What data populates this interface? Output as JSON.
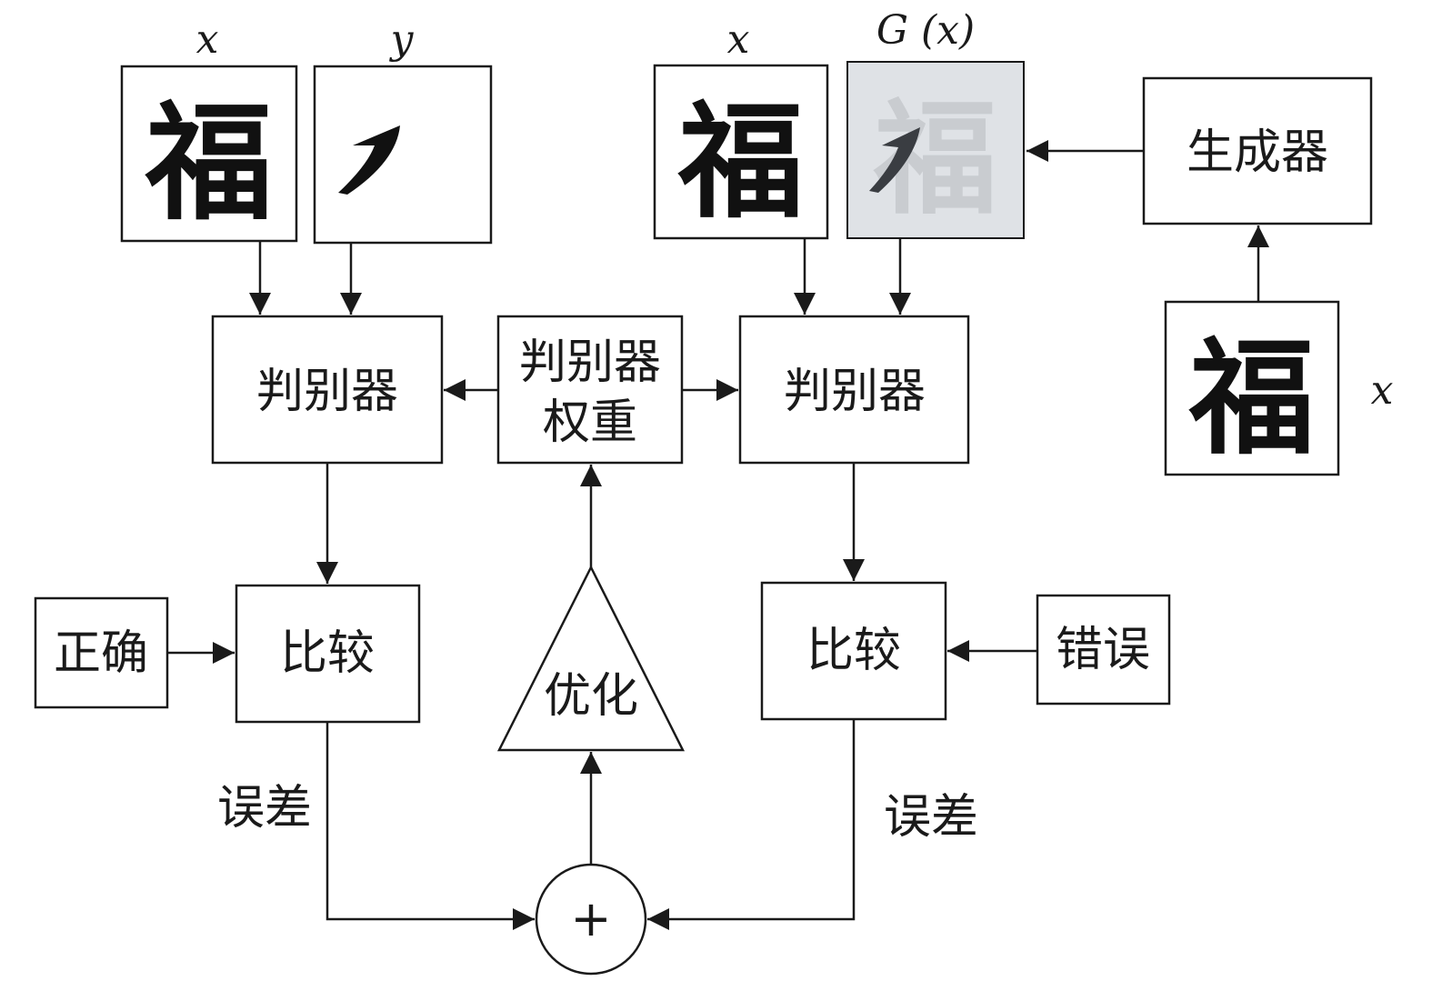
{
  "inputs": {
    "x_label": "x",
    "y_label": "y",
    "gx_label": "G (x)"
  },
  "blocks": {
    "discriminator": "判别器",
    "discriminator_weights_line1": "判别器",
    "discriminator_weights_line2": "权重",
    "generator": "生成器",
    "compare": "比较",
    "correct": "正确",
    "wrong": "错误",
    "optimize": "优化",
    "error": "误差",
    "sum": "+"
  },
  "images": {
    "character": "福",
    "stroke": "ﾉ"
  },
  "colors": {
    "line": "#1a1a1a",
    "generated_bg": "#dfe2e6"
  }
}
